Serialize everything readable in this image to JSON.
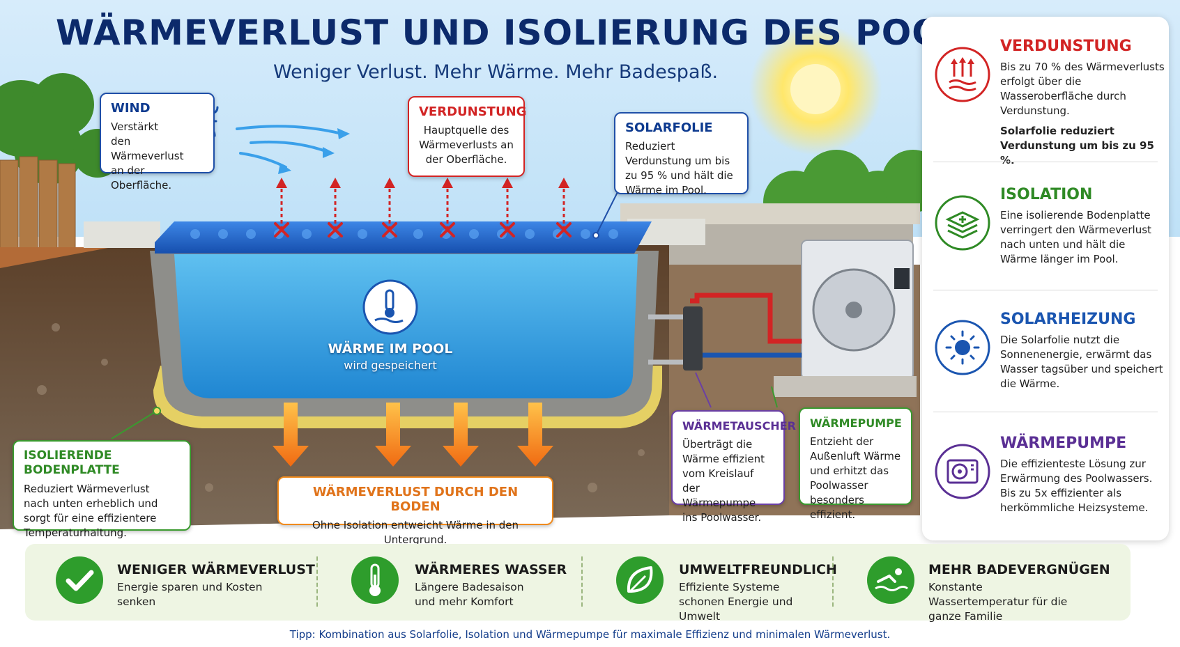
{
  "header": {
    "title": "WÄRMEVERLUST UND ISOLIERUNG DES POOLS",
    "subtitle": "Weniger Verlust. Mehr Wärme. Mehr Badespaß."
  },
  "callouts": {
    "wind": {
      "title": "WIND",
      "text": "Verstärkt den Wärmeverlust an der Oberfläche."
    },
    "evaporation": {
      "title": "VERDUNSTUNG",
      "text": "Hauptquelle des Wärmeverlusts an der Oberfläche."
    },
    "solar_cover": {
      "title": "SOLARFOLIE",
      "text": "Reduziert Verdunstung um bis zu 95 % und hält die Wärme im Pool."
    },
    "pool_heat": {
      "title": "WÄRME IM POOL",
      "text": "wird gespeichert"
    },
    "insulating_plate": {
      "title": "ISOLIERENDE BODENPLATTE",
      "text": "Reduziert Wärmeverlust nach unten erheblich und sorgt für eine effizientere Temperaturhaltung."
    },
    "ground_loss": {
      "title": "WÄRMEVERLUST DURCH DEN BODEN",
      "text": "Ohne Isolation entweicht Wärme in den Untergrund."
    },
    "heat_exchanger": {
      "title": "WÄRMETAUSCHER",
      "text": "Überträgt die Wärme effizient vom Kreislauf der Wärmepumpe ins Poolwasser."
    },
    "heat_pump": {
      "title": "WÄRMEPUMPE",
      "text": "Entzieht der Außenluft Wärme und erhitzt das Poolwasser besonders effizient."
    }
  },
  "side_panel": [
    {
      "title": "VERDUNSTUNG",
      "text": "Bis zu 70 % des Wärmeverlusts erfolgt über die Wasseroberfläche durch Verdunstung.",
      "note": "Solarfolie reduziert Verdunstung um bis zu 95 %.",
      "icon": "evaporation-icon",
      "color": "#d22424"
    },
    {
      "title": "ISOLATION",
      "text": "Eine isolierende Bodenplatte verringert den Wärmeverlust nach unten und hält die Wärme länger im Pool.",
      "note": "",
      "icon": "insulation-layers-icon",
      "color": "#2f8a25"
    },
    {
      "title": "SOLARHEIZUNG",
      "text": "Die Solarfolie nutzt die Sonnenenergie, erwärmt das Wasser tagsüber und speichert die Wärme.",
      "note": "",
      "icon": "sun-icon",
      "color": "#1a55b0"
    },
    {
      "title": "WÄRMEPUMPE",
      "text": "Die effizienteste Lösung zur Erwärmung des Poolwassers. Bis zu 5x effizienter als herkömmliche Heizsysteme.",
      "note": "",
      "icon": "heat-pump-icon",
      "color": "#5a2f94"
    }
  ],
  "benefits": [
    {
      "title": "WENIGER WÄRMEVERLUST",
      "text": "Energie sparen und Kosten senken",
      "icon": "checkmark-icon"
    },
    {
      "title": "WÄRMERES WASSER",
      "text": "Längere Badesaison und mehr Komfort",
      "icon": "thermometer-icon"
    },
    {
      "title": "UMWELTFREUNDLICH",
      "text": "Effiziente Systeme schonen Energie und Umwelt",
      "icon": "leaf-icon"
    },
    {
      "title": "MEHR BADEVERGNÜGEN",
      "text": "Konstante Wassertemperatur für die ganze Familie",
      "icon": "swimmer-icon"
    }
  ],
  "tip": "Tipp: Kombination aus Solarfolie, Isolation und Wärmepumpe für maximale Effizienz und minimalen Wärmeverlust.",
  "colors": {
    "navy": "#0c2a6b",
    "red": "#d22424",
    "green": "#2f8a25",
    "purple": "#5a2f94",
    "orange": "#f08a1c",
    "benefit_green": "#2e9d2c"
  }
}
